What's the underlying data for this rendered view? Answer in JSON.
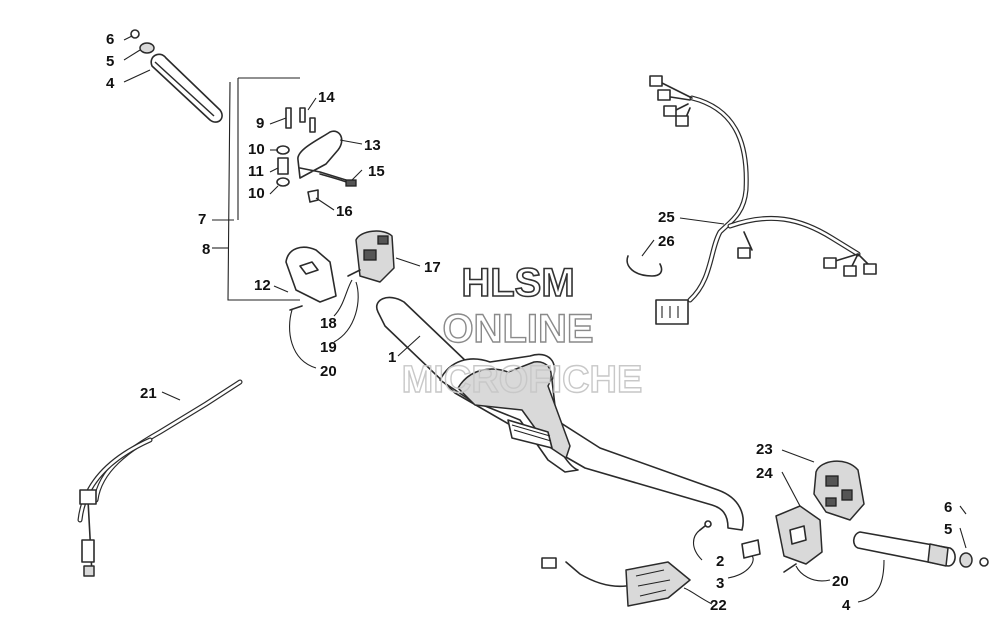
{
  "callouts": [
    {
      "id": "c6a",
      "text": "6"
    },
    {
      "id": "c5a",
      "text": "5"
    },
    {
      "id": "c4a",
      "text": "4"
    },
    {
      "id": "c14",
      "text": "14"
    },
    {
      "id": "c9",
      "text": "9"
    },
    {
      "id": "c13",
      "text": "13"
    },
    {
      "id": "c10a",
      "text": "10"
    },
    {
      "id": "c11",
      "text": "11"
    },
    {
      "id": "c15",
      "text": "15"
    },
    {
      "id": "c10b",
      "text": "10"
    },
    {
      "id": "c16",
      "text": "16"
    },
    {
      "id": "c7",
      "text": "7"
    },
    {
      "id": "c8",
      "text": "8"
    },
    {
      "id": "c17",
      "text": "17"
    },
    {
      "id": "c12",
      "text": "12"
    },
    {
      "id": "c18",
      "text": "18"
    },
    {
      "id": "c19",
      "text": "19"
    },
    {
      "id": "c20a",
      "text": "20"
    },
    {
      "id": "c1",
      "text": "1"
    },
    {
      "id": "c21",
      "text": "21"
    },
    {
      "id": "c25",
      "text": "25"
    },
    {
      "id": "c26",
      "text": "26"
    },
    {
      "id": "c23",
      "text": "23"
    },
    {
      "id": "c24",
      "text": "24"
    },
    {
      "id": "c6b",
      "text": "6"
    },
    {
      "id": "c5b",
      "text": "5"
    },
    {
      "id": "c2",
      "text": "2"
    },
    {
      "id": "c3",
      "text": "3"
    },
    {
      "id": "c20b",
      "text": "20"
    },
    {
      "id": "c4b",
      "text": "4"
    },
    {
      "id": "c22",
      "text": "22"
    }
  ],
  "watermark": {
    "line1": "HLSM",
    "line2": "ONLINE",
    "line3": "MICROFICHE"
  }
}
